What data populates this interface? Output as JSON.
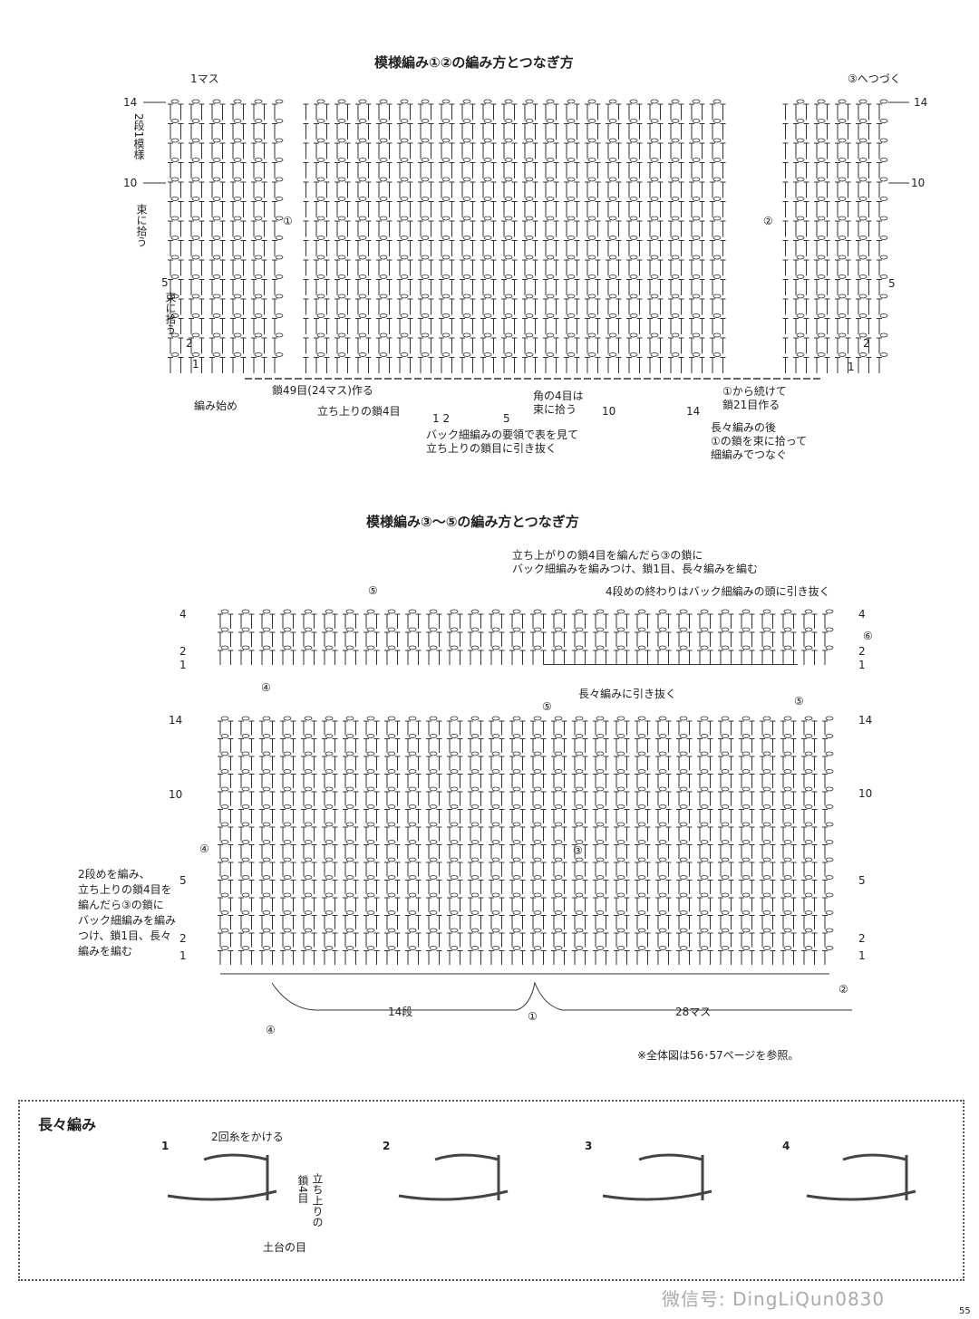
{
  "diagram1": {
    "title": "模様編み①②の編み方とつなぎ方",
    "one_square": "1マス",
    "continue3": "③へつづく",
    "pattern_repeat": "2段1模様",
    "pick_bundle": "束に拾う",
    "pick_bundle2": "束に拾う",
    "part1": "①",
    "part2": "②",
    "rows_left": [
      "14",
      "10",
      "5",
      "2",
      "1"
    ],
    "rows_right": [
      "14",
      "10",
      "5",
      "2",
      "1"
    ],
    "start": "編み始め",
    "chain49": "鎖49目(24マス)作る",
    "rise4": "立ち上りの鎖4目",
    "row_marks": [
      "1 2",
      "5",
      "10",
      "14"
    ],
    "corner": "角の4目は\n束に拾う",
    "back_sc": "バック細編みの要領で表を見て\n立ち上りの鎖目に引き抜く",
    "cont_from1": "①から続けて\n鎖21目作る",
    "after_tr": "長々編みの後\n①の鎖を束に拾って\n細編みでつなぐ"
  },
  "diagram2": {
    "title": "模様編み③〜⑤の編み方とつなぎ方",
    "note_top1": "立ち上がりの鎖4目を編んだら③の鎖に\nバック細編みを編みつけ、鎖1目、長々編みを編む",
    "note_top2": "4段めの終わりはバック細編みの頭に引き抜く",
    "part5": "⑤",
    "part6": "⑥",
    "part4": "④",
    "part3": "③",
    "part1": "①",
    "part2": "②",
    "mark4": "④",
    "mark5a": "⑤",
    "mark5b": "⑤",
    "mark4b": "④",
    "slip_tr": "長々編みに引き抜く",
    "rows_left": [
      "4",
      "2",
      "1",
      "14",
      "10",
      "5",
      "2",
      "1"
    ],
    "rows_right": [
      "4",
      "2",
      "1",
      "14",
      "10",
      "5",
      "2",
      "1"
    ],
    "left_note": "2段めを編み、\n立ち上りの鎖4目を\n編んだら③の鎖に\nバック細編みを編み\nつけ、鎖1目、長々\n編みを編む",
    "rows14": "14段",
    "stitches28": "28マス",
    "ref": "※全体図は56･57ページを参照。"
  },
  "howto": {
    "title": "長々編み",
    "steps": [
      "1",
      "2",
      "3",
      "4"
    ],
    "yarn_over2": "2回糸をかける",
    "rise_chain": "立ち上りの",
    "chain4": "鎖4目",
    "base": "土台の目"
  },
  "watermark": "微信号: DingLiQun0830",
  "page_number": "55"
}
